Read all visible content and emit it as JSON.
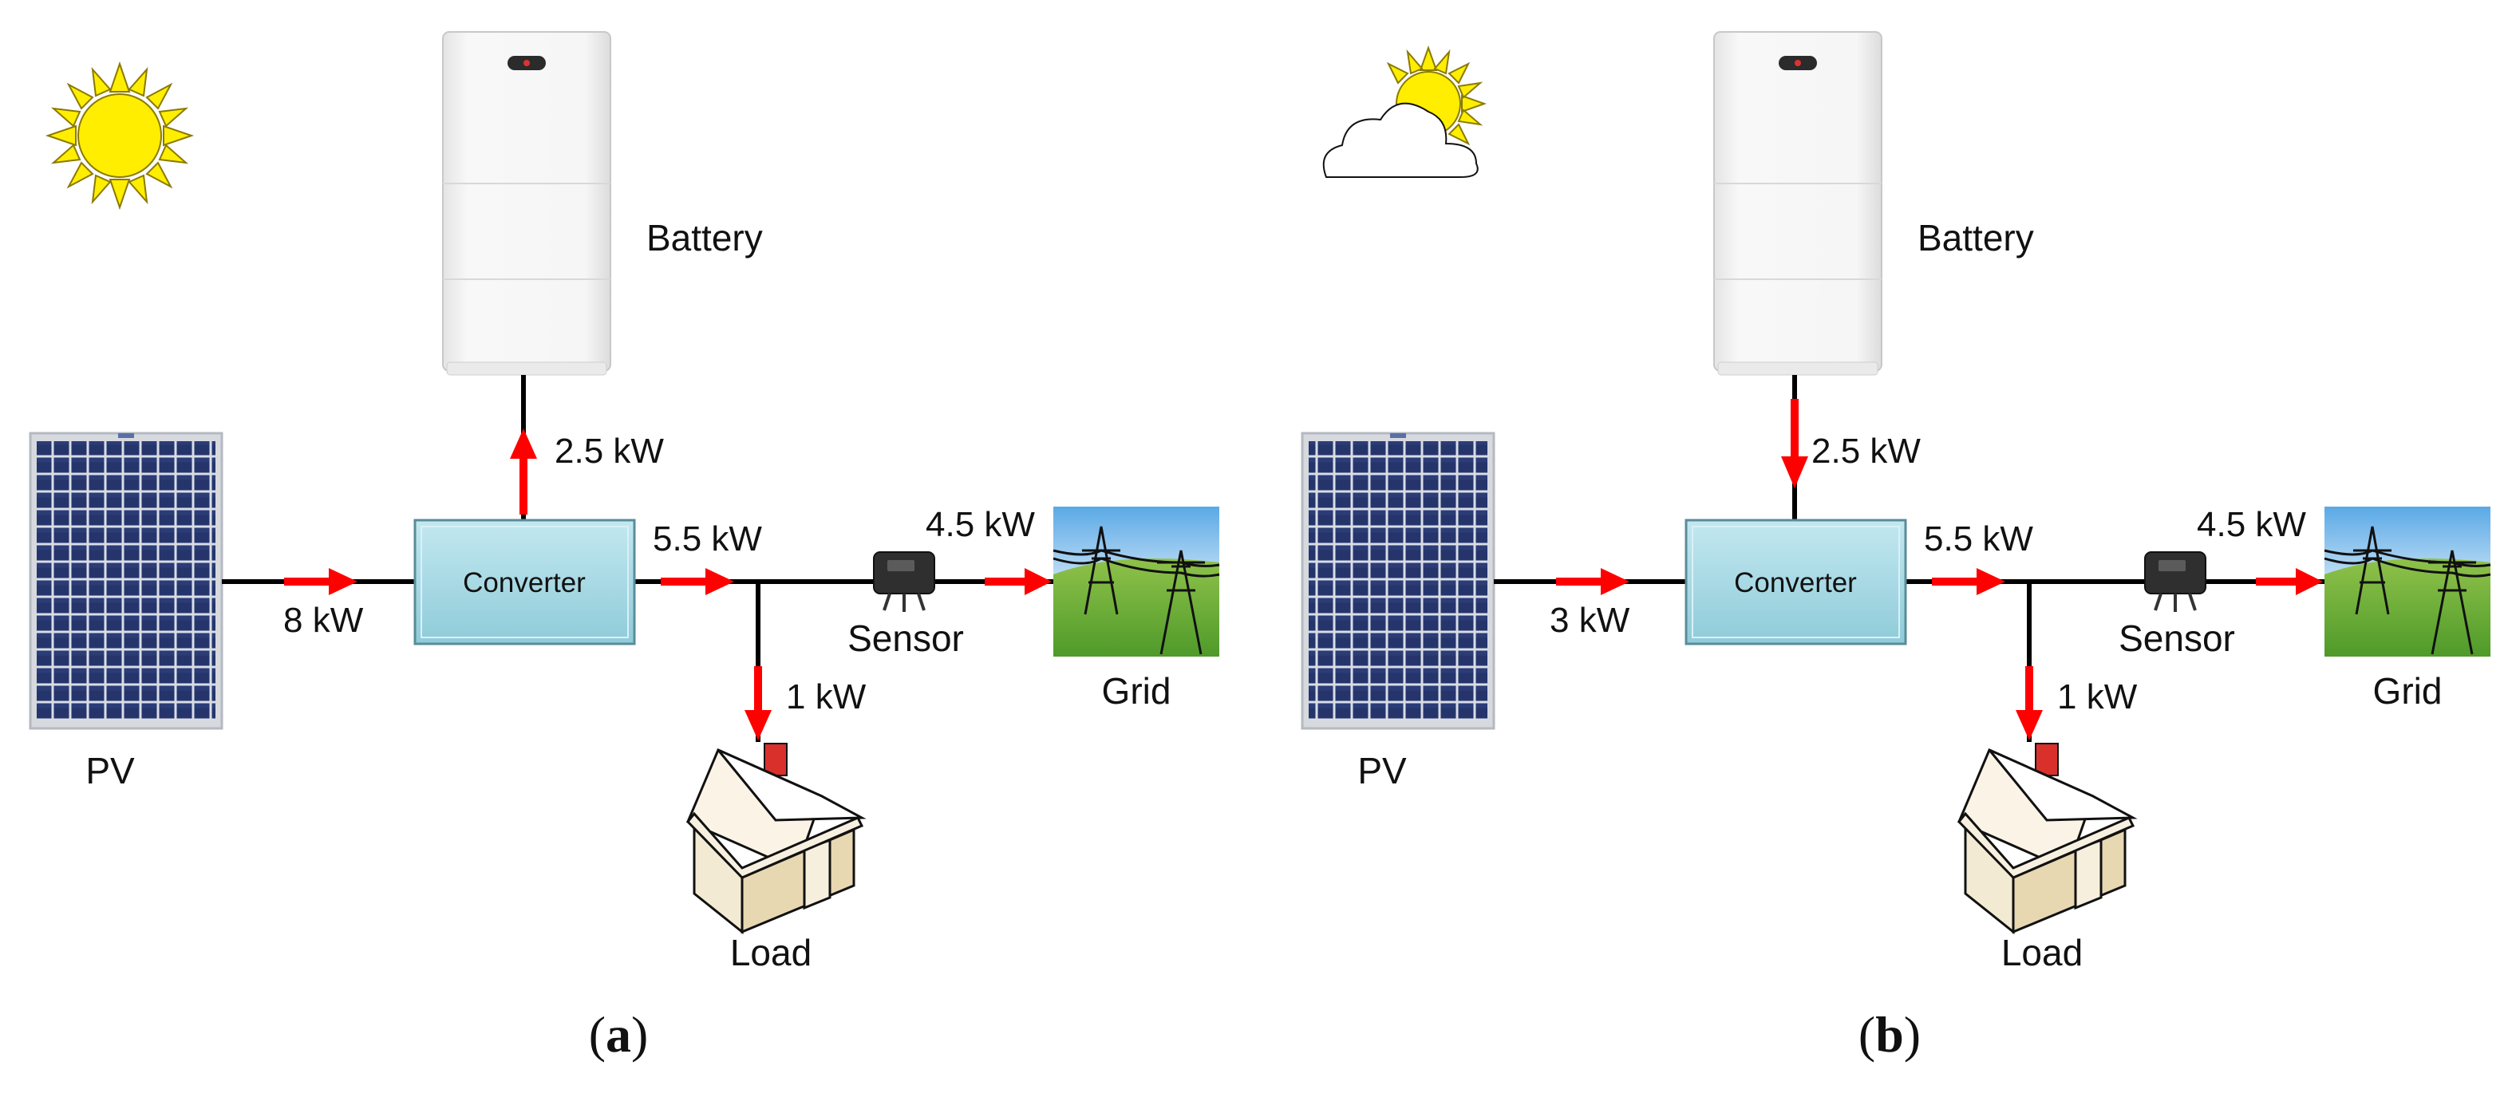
{
  "panels": [
    {
      "id": "a",
      "weather": "sun",
      "labels": {
        "battery": "Battery",
        "pv": "PV",
        "converter": "Converter",
        "load": "Load",
        "sensor": "Sensor",
        "grid": "Grid"
      },
      "flows": {
        "pv_to_converter": "8 kW",
        "battery": "2.5 kW",
        "converter_out": "5.5 kW",
        "load": "1 kW",
        "grid": "4.5 kW"
      },
      "battery_direction": "charge",
      "caption_letter": "a"
    },
    {
      "id": "b",
      "weather": "cloud-sun",
      "labels": {
        "battery": "Battery",
        "pv": "PV",
        "converter": "Converter",
        "load": "Load",
        "sensor": "Sensor",
        "grid": "Grid"
      },
      "flows": {
        "pv_to_converter": "3 kW",
        "battery": "2.5 kW",
        "converter_out": "5.5 kW",
        "load": "1 kW",
        "grid": "4.5 kW"
      },
      "battery_direction": "discharge",
      "caption_letter": "b"
    }
  ],
  "colors": {
    "wire": "#000000",
    "arrow": "#ff0000",
    "converter_fill": "#a9dbe6",
    "panel_cell": "#24336a",
    "sun": "#ffee00"
  },
  "icons": [
    "sun-icon",
    "cloud-icon",
    "battery-icon",
    "solar-panel-icon",
    "converter-icon",
    "sensor-icon",
    "grid-icon",
    "house-icon"
  ]
}
